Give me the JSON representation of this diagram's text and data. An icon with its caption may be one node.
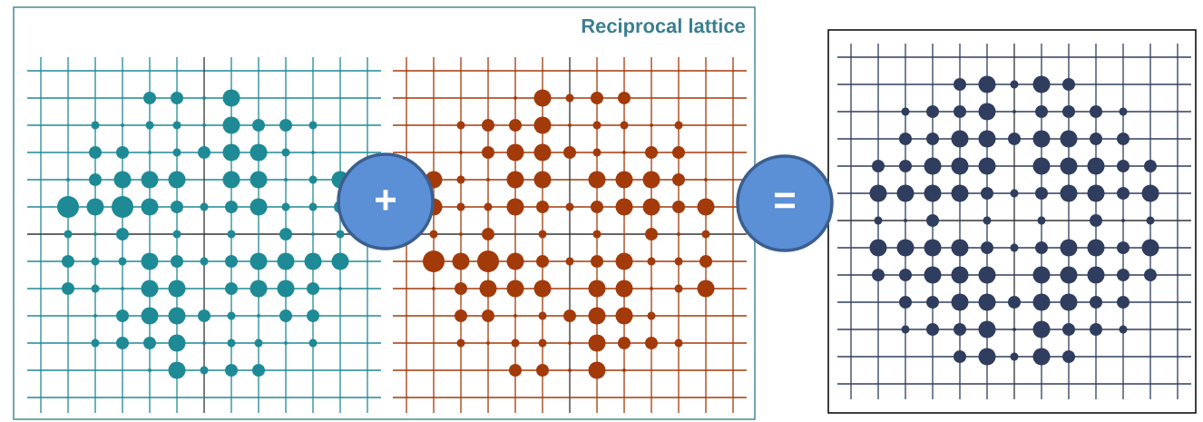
{
  "diagram": {
    "nodes": [
      {
        "text": [
          "Reciprocal lattice"
        ]
      },
      {
        "text": [
          "+"
        ],
        "in": 0
      },
      {
        "text": [
          "="
        ]
      },
      {
        "text": [],
        "shape": "box"
      }
    ],
    "edges": []
  }
}
